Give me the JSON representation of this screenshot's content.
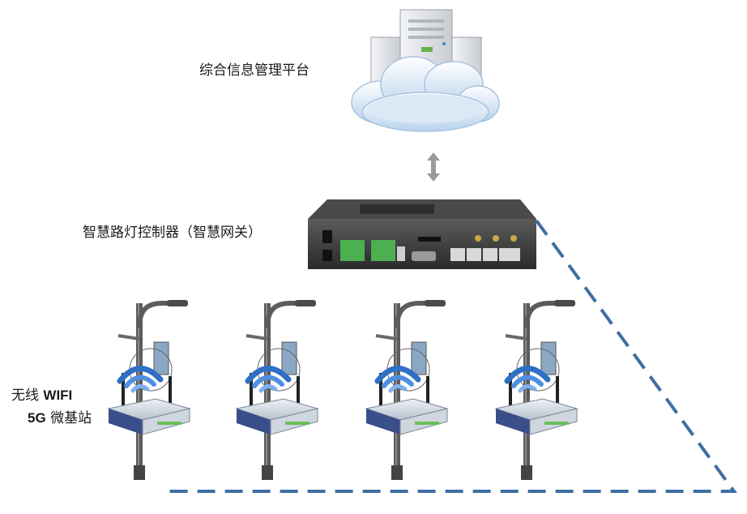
{
  "labels": {
    "platform": "综合信息管理平台",
    "controller": "智慧路灯控制器（智慧网关）",
    "station_line1_prefix": "无线 ",
    "station_line1_bold": "WIFI",
    "station_line2_bold": "5G",
    "station_line2_suffix": " 微基站"
  },
  "colors": {
    "dashed_link": "#3f6fa3",
    "cloud": "#dbe9f7",
    "server": "#e6e8ec",
    "controller_body": "#3a3a3a",
    "wifi_signal": "#2f6fc4",
    "router_body": "#d8dfe8",
    "router_front": "#3a4f8a",
    "pole": "#5a5a5a"
  },
  "icons": [
    "cloud-server-icon",
    "arrow-updown-icon",
    "gateway-device-icon",
    "street-light-pole-icon",
    "wifi-signal-icon",
    "router-icon"
  ],
  "stations_count": 4
}
